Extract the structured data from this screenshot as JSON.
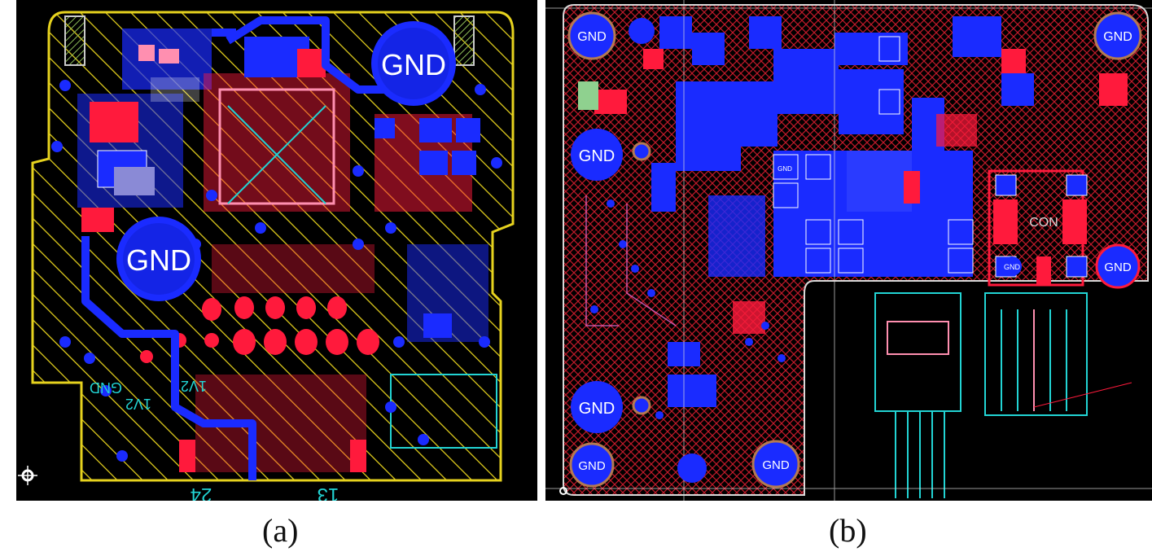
{
  "panel_a": {
    "caption": "(a)",
    "gnd_labels": [
      "GND",
      "GND"
    ],
    "silkscreen": [
      "24",
      "13",
      "GND",
      "1V2",
      "1V2"
    ],
    "colors": {
      "board": "#000000",
      "outline": "#e6d21e",
      "top_copper": "#ff1a3c",
      "bottom_copper": "#1a2bff",
      "silk": "#22d4d4"
    }
  },
  "panel_b": {
    "caption": "(b)",
    "gnd_labels": [
      "GND",
      "GND",
      "GND",
      "GND",
      "GND",
      "GND",
      "GND",
      "GND"
    ],
    "pad_gnd_label": "GND",
    "silkscreen": [
      "CON"
    ],
    "colors": {
      "board": "#000000",
      "outline": "#d9d9d9",
      "top_copper": "#ff1a3c",
      "bottom_copper": "#1a2bff",
      "silk": "#22d4d4"
    }
  }
}
